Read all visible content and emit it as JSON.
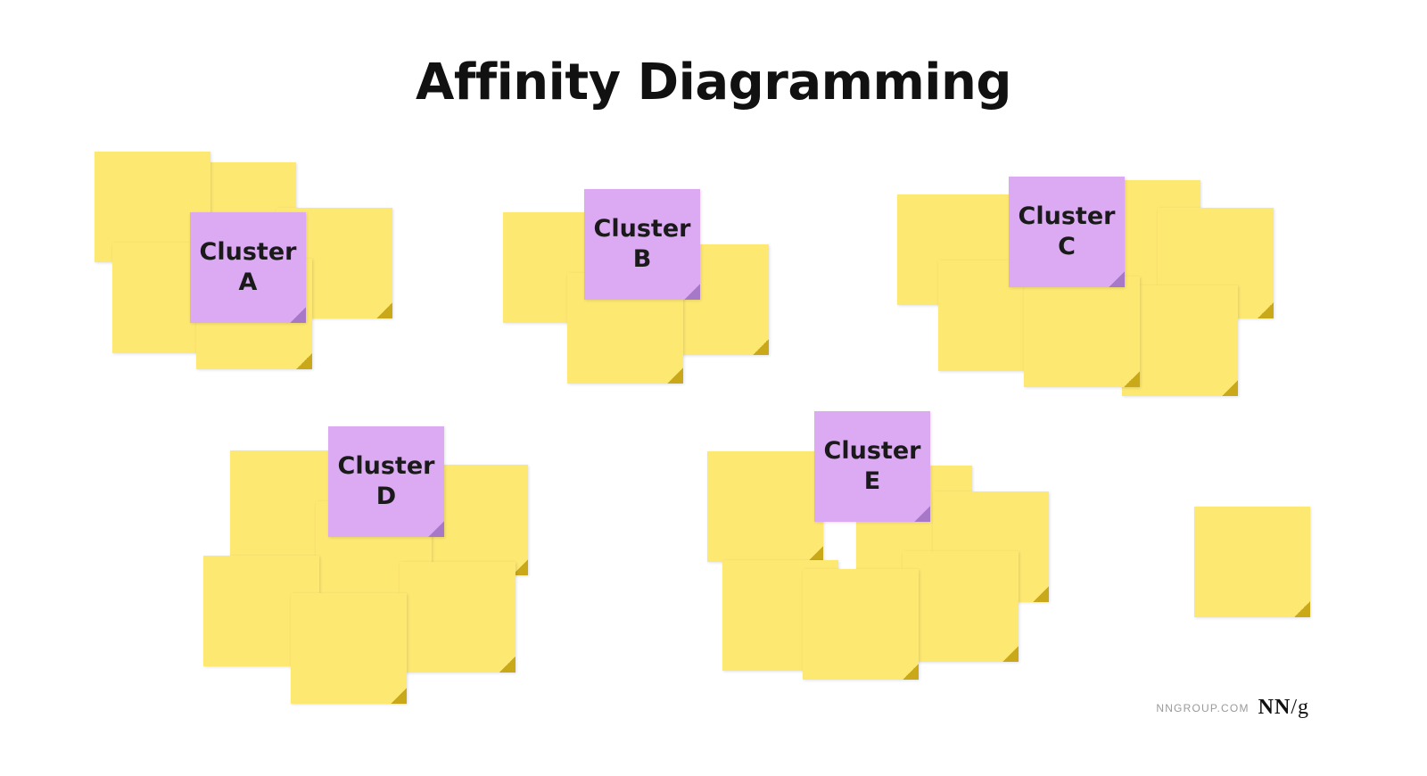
{
  "title": "Affinity Diagramming",
  "colors": {
    "note_yellow": "#fde872",
    "fold_yellow": "#c9a81a",
    "note_purple": "#dcaaf2",
    "fold_purple": "#a878c8",
    "text": "#111111"
  },
  "clusters": {
    "a": {
      "line1": "Cluster",
      "line2": "A"
    },
    "b": {
      "line1": "Cluster",
      "line2": "B"
    },
    "c": {
      "line1": "Cluster",
      "line2": "C"
    },
    "d": {
      "line1": "Cluster",
      "line2": "D"
    },
    "e": {
      "line1": "Cluster",
      "line2": "E"
    }
  },
  "footer": {
    "site": "NNGROUP.COM",
    "logo_nn": "NN",
    "logo_g": "/g"
  }
}
